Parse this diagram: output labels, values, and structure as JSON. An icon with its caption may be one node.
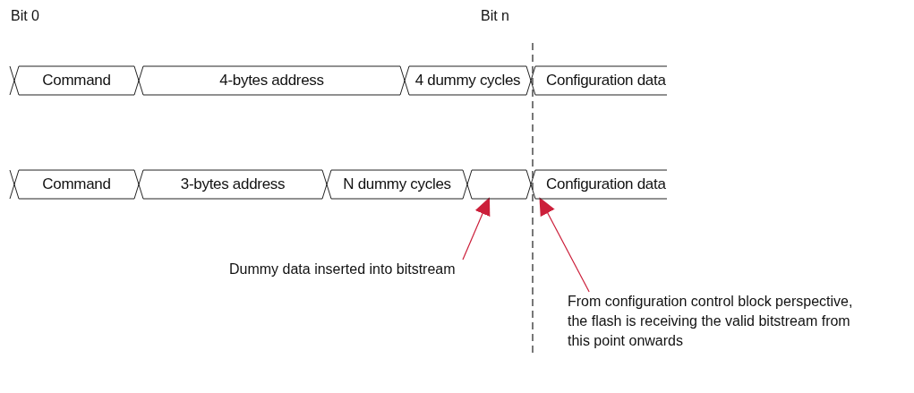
{
  "diagram": {
    "nodes": [
      {
        "text": [
          "Command"
        ]
      },
      {
        "text": [
          "4-bytes address"
        ]
      },
      {
        "text": [
          "4 dummy cycles"
        ]
      },
      {
        "text": [
          "Configuration data"
        ]
      },
      {
        "text": [
          "Command"
        ]
      },
      {
        "text": [
          "3-bytes address"
        ]
      },
      {
        "text": [
          "N dummy cycles"
        ]
      },
      {
        "text": [],
        "shape": "hexagon"
      },
      {
        "text": [
          "Configuration data"
        ]
      },
      {
        "text": [
          "Dummy data inserted into bitstream"
        ]
      },
      {
        "text": [
          "From configuration control block perspective, the flash is receiving the valid bitstream from this point onwards"
        ]
      }
    ],
    "edges": [
      {
        "from": 9,
        "to": 7,
        "arrow": "to"
      },
      {
        "from": 10,
        "to": 8,
        "arrow": "to"
      }
    ],
    "labels": [
      "Bit 0",
      "Bit n"
    ]
  }
}
